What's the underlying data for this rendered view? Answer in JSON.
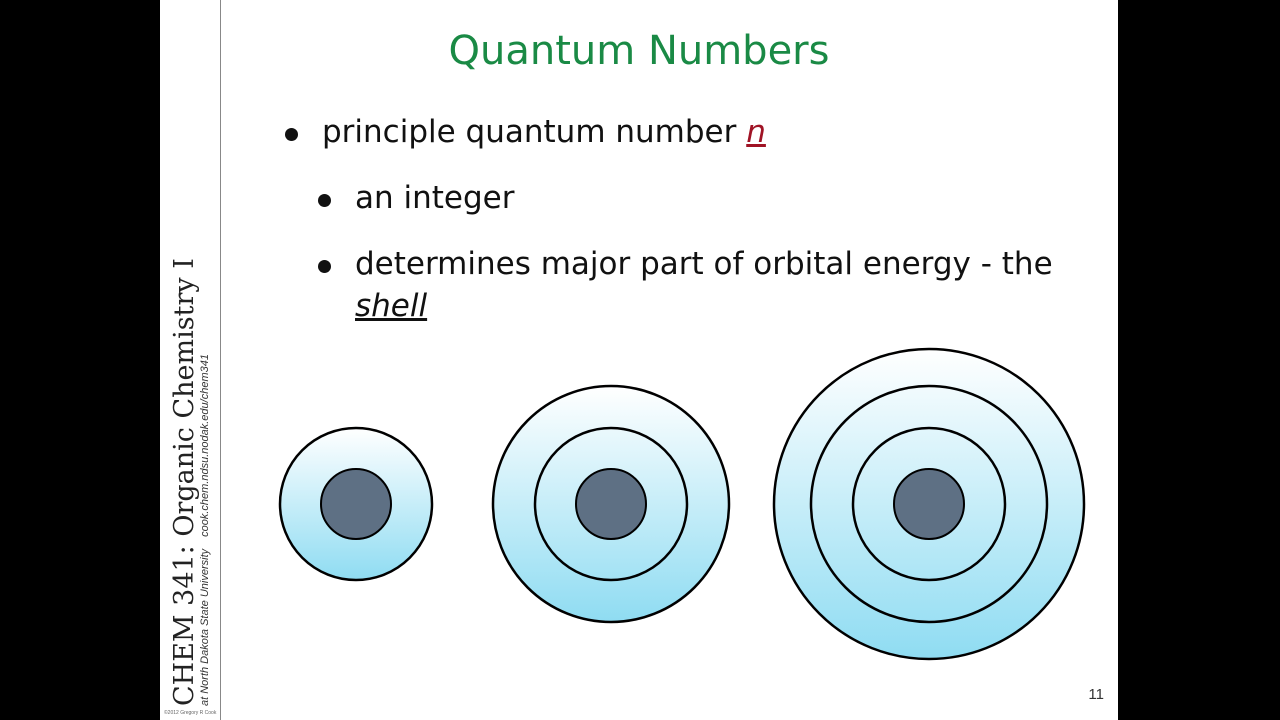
{
  "sidebar": {
    "course_title": "CHEM 341: Organic Chemistry I",
    "institution": "at North Dakota State University",
    "url": "cook.chem.ndsu.nodak.edu/chem341",
    "copyright": "©2012 Gregory R Cook"
  },
  "slide": {
    "title": "Quantum Numbers",
    "bullets": {
      "b1_prefix": "principle quantum number ",
      "b1_variable": "n",
      "b2": "an integer",
      "b3_line1": "determines major part of orbital energy - the",
      "b3_line2": "shell"
    },
    "page_number": "11"
  },
  "diagram": {
    "shell_counts": [
      1,
      2,
      3
    ],
    "colors": {
      "nucleus": "#5e7084",
      "shell_gradient_top": "#ffffff",
      "shell_gradient_bottom": "#8fdcf2",
      "outline": "#000000"
    }
  }
}
